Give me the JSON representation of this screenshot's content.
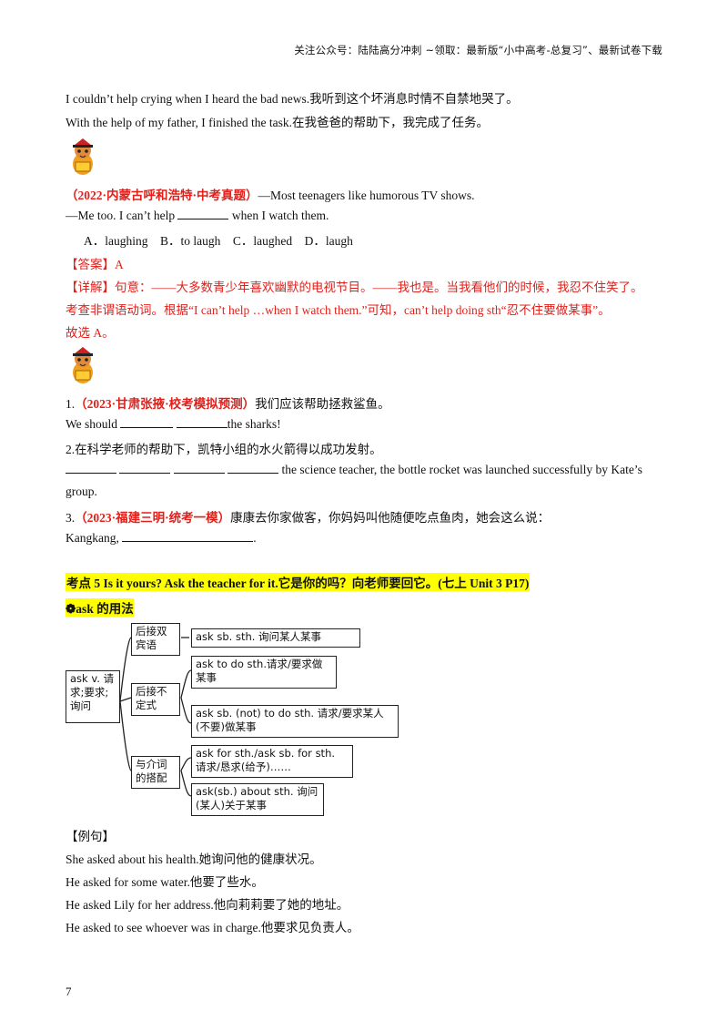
{
  "header": {
    "text": "关注公众号：陆陆高分冲刺 ~领取：最新版“小中高考-总复习”、最新试卷下载"
  },
  "examples_top": [
    "I couldn’t help crying when I heard the bad news.我听到这个坏消息时情不自禁地哭了。",
    "With the help of my father, I finished the task.在我爸爸的帮助下，我完成了任务。"
  ],
  "q1": {
    "source": "（2022·内蒙古呼和浩特·中考真题）",
    "stem1": "—Most teenagers like humorous TV shows.",
    "stem2a": "—Me too. I can’t help ",
    "stem2b": " when I watch them.",
    "options": "A．laughing    B．to laugh    C．laughed    D．laugh",
    "answer": "【答案】A",
    "detail1": "【详解】句意：——大多数青少年喜欢幽默的电视节目。——我也是。当我看他们的时候，我忍不住笑了。",
    "detail2": "考查非谓语动词。根据“I can’t help …when I watch them.”可知，can’t help doing sth“忍不住要做某事”。",
    "detail3": "故选 A。"
  },
  "practice": {
    "p1_num": "1.",
    "p1_source": "（2023·甘肃张掖·校考模拟预测）",
    "p1_text": "我们应该帮助拯救鲨鱼。",
    "p1_line_a": "We should ",
    "p1_line_b": "the sharks!",
    "p2_text": "2.在科学老师的帮助下，凯特小组的水火箭得以成功发射。",
    "p2_line": " the science teacher, the bottle rocket was launched successfully by Kate’s",
    "p2_line2": "group.",
    "p3_num": "3.",
    "p3_source": "（2023·福建三明·统考一模）",
    "p3_text": "康康去你家做客，你妈妈叫他随便吃点鱼肉，她会这么说：",
    "p3_line_a": "Kangkang, ",
    "p3_line_b": "."
  },
  "section": {
    "kaodian": "考点 5 Is it yours? Ask the teacher for it.它是你的吗？向老师要回它。(七上 Unit 3 P17)",
    "ask_usage": "❁ask 的用法"
  },
  "diagram": {
    "root": "ask v. 请求;要求;询问",
    "branches": [
      {
        "label": "后接双宾语",
        "items": [
          "ask sb. sth. 询问某人某事"
        ]
      },
      {
        "label": "后接不定式",
        "items": [
          "ask to do sth.请求/要求做某事",
          "ask sb. (not) to do sth. 请求/要求某人(不要)做某事"
        ]
      },
      {
        "label": "与介词的搭配",
        "items": [
          "ask for sth./ask sb. for sth. 请求/恳求(给予)……",
          "ask(sb.) about sth. 询问(某人)关于某事"
        ]
      }
    ]
  },
  "examples_title": "【例句】",
  "examples_bottom": [
    "She asked about his health.她询问他的健康状况。",
    "He asked for some water.他要了些水。",
    "He asked Lily for her address.他向莉莉要了她的地址。",
    "He asked to see whoever was in charge.他要求见负责人。"
  ],
  "page_number": "7"
}
